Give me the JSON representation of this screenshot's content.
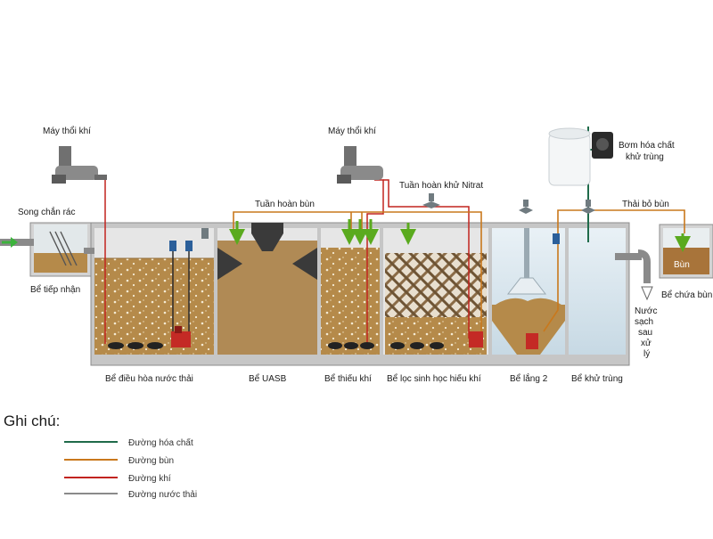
{
  "colors": {
    "chemical": "#1f6b4a",
    "sludge": "#c9781c",
    "air": "#c2241f",
    "wastewater": "#8a8a8a",
    "sludge_fill": "#b58a4a",
    "water_fill": "#dbe8f0",
    "tank_wall": "#9a9a9a",
    "arrow_green": "#5aaa1e"
  },
  "labels": {
    "blower_1": "Máy thổi khí",
    "blower_2": "Máy thổi khí",
    "chemical_pump_line1": "Bơm hóa chất",
    "chemical_pump_line2": "khử trùng",
    "screen": "Song chắn rác",
    "sludge_recirculation": "Tuần hoàn bùn",
    "nitrate_recirculation": "Tuần hoàn khử Nitrat",
    "sludge_discharge": "Thải bỏ bùn",
    "clean_water": [
      "Nước",
      "sạch",
      "sau",
      "xử",
      "lý"
    ],
    "sludge_word": "Bùn"
  },
  "tanks": {
    "receiving": "Bể tiếp nhận",
    "equalization": "Bể điều hòa nước thải",
    "uasb": "Bể UASB",
    "anoxic": "Bể thiếu khí",
    "aerobic": "Bể lọc sinh học hiếu khí",
    "settling": "Bể lắng 2",
    "disinfection": "Bể khử trùng",
    "sludge_storage": "Bể chứa bùn"
  },
  "legend": {
    "title": "Ghi chú:",
    "items": [
      {
        "label": "Đường hóa chất",
        "color_key": "chemical"
      },
      {
        "label": "Đường bùn",
        "color_key": "sludge"
      },
      {
        "label": "Đường khí",
        "color_key": "air"
      },
      {
        "label": "Đường nước thải",
        "color_key": "wastewater"
      }
    ]
  }
}
